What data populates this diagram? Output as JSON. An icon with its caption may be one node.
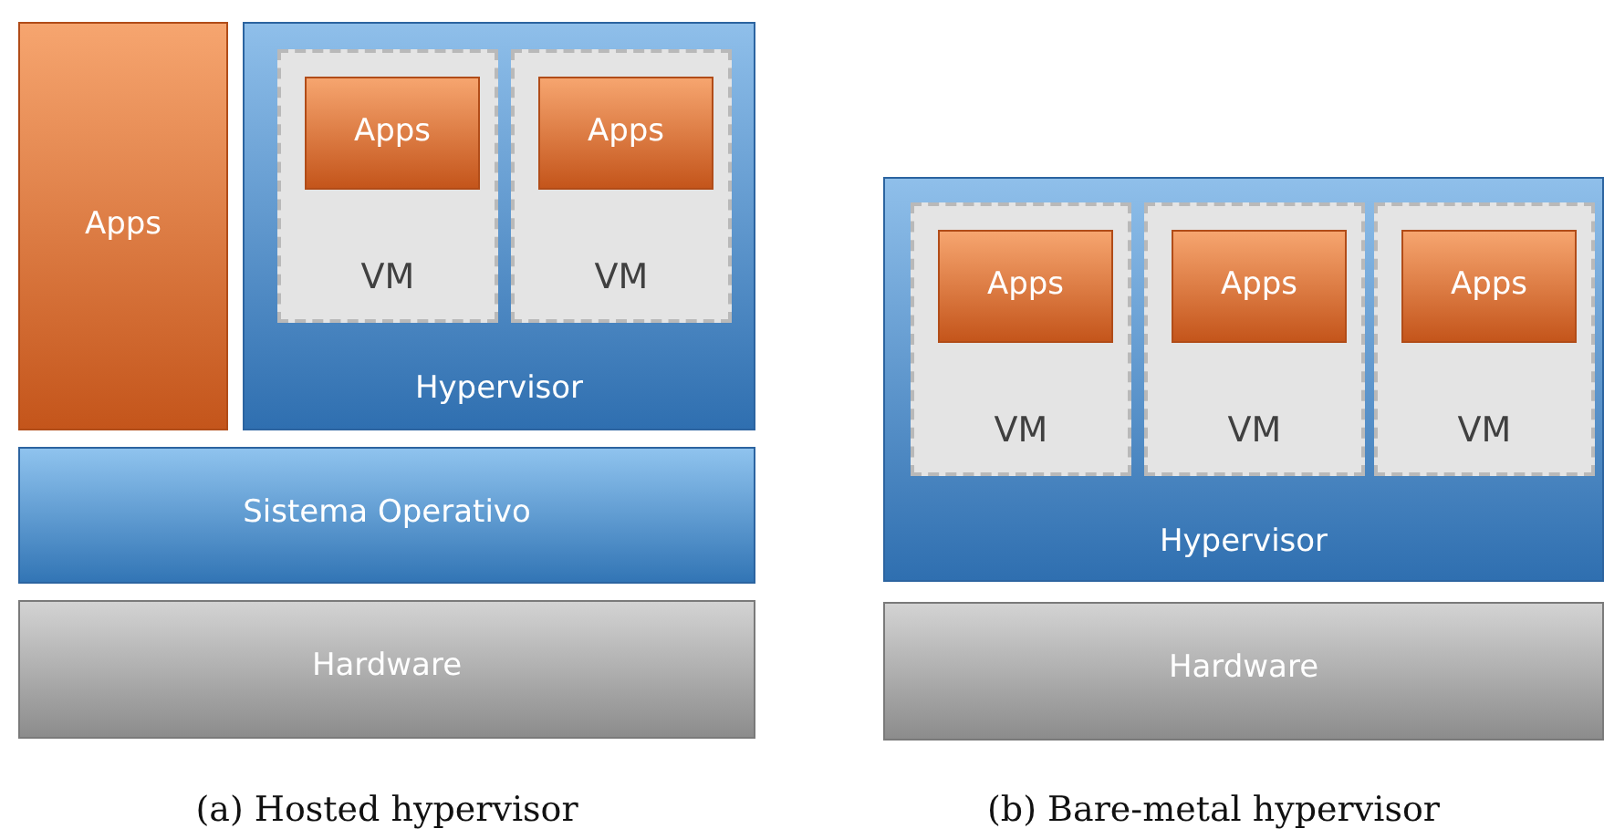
{
  "diagram": {
    "nodes": [
      {
        "text": [
          "Apps"
        ]
      },
      {
        "text": [
          "Hypervisor"
        ]
      },
      {
        "text": [
          "VM"
        ],
        "in": 1
      },
      {
        "text": [
          "Apps"
        ],
        "in": 2
      },
      {
        "text": [
          "VM"
        ],
        "in": 1
      },
      {
        "text": [
          "Apps"
        ],
        "in": 4
      },
      {
        "text": [
          "Sistema Operativo"
        ]
      },
      {
        "text": [
          "Hardware"
        ]
      },
      {
        "text": [
          "Hypervisor"
        ]
      },
      {
        "text": [
          "VM"
        ],
        "in": 8
      },
      {
        "text": [
          "Apps"
        ],
        "in": 9
      },
      {
        "text": [
          "VM"
        ],
        "in": 8
      },
      {
        "text": [
          "Apps"
        ],
        "in": 11
      },
      {
        "text": [
          "VM"
        ],
        "in": 8
      },
      {
        "text": [
          "Apps"
        ],
        "in": 13
      },
      {
        "text": [
          "Hardware"
        ]
      }
    ],
    "edges": [],
    "labels": [
      "(a) Hosted hypervisor",
      "(b) Bare-metal hypervisor"
    ]
  }
}
